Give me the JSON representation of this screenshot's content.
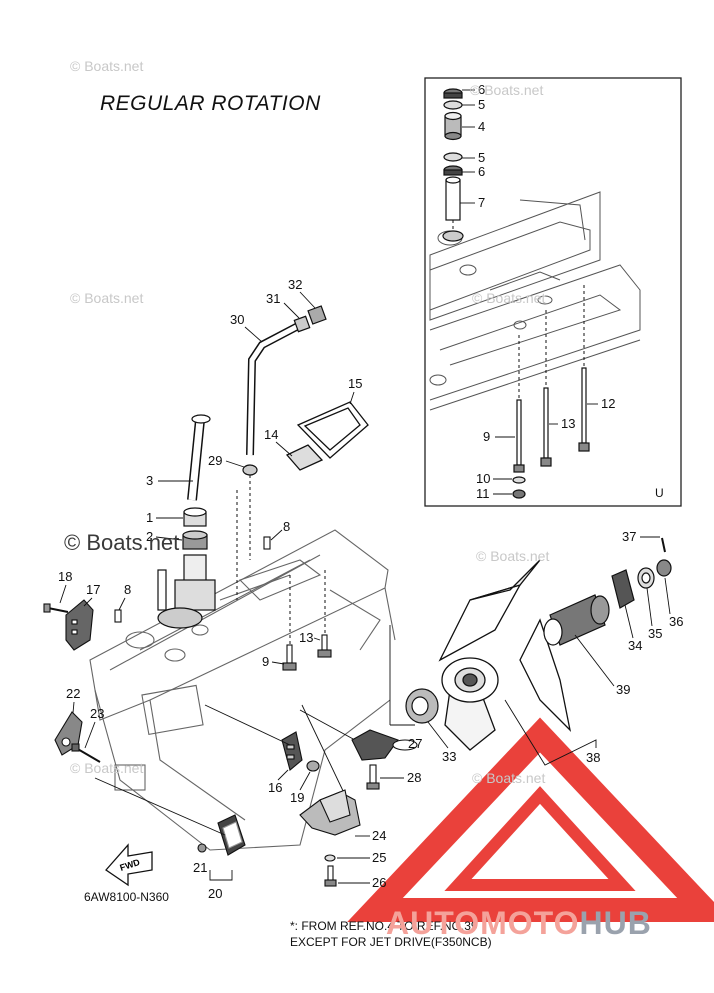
{
  "title": "REGULAR ROTATION",
  "diagram_code": "6AW8100-N360",
  "note_line1": "*: FROM REF.NO.4 TO REF.NO.39",
  "note_line2": "EXCEPT FOR JET DRIVE(F350NCB)",
  "fwd_label": "FWD",
  "inset_mark": "U",
  "watermark": "© Boats.net",
  "logo": {
    "part1": "AUTOMOTO",
    "part2": "HUB",
    "triangle_color": "#e8312a",
    "text_color_1": "#f4a29a",
    "text_color_2": "#9aa2ad"
  },
  "callouts": [
    {
      "id": "c6a",
      "label": "6"
    },
    {
      "id": "c5a",
      "label": "5"
    },
    {
      "id": "c4",
      "label": "4"
    },
    {
      "id": "c5b",
      "label": "5"
    },
    {
      "id": "c6b",
      "label": "6"
    },
    {
      "id": "c7",
      "label": "7"
    },
    {
      "id": "c12",
      "label": "12"
    },
    {
      "id": "c13a",
      "label": "13"
    },
    {
      "id": "c9a",
      "label": "9"
    },
    {
      "id": "c10",
      "label": "10"
    },
    {
      "id": "c11",
      "label": "11"
    },
    {
      "id": "c32",
      "label": "32"
    },
    {
      "id": "c31",
      "label": "31"
    },
    {
      "id": "c30",
      "label": "30"
    },
    {
      "id": "c15",
      "label": "15"
    },
    {
      "id": "c14",
      "label": "14"
    },
    {
      "id": "c29",
      "label": "29"
    },
    {
      "id": "c3",
      "label": "3"
    },
    {
      "id": "c1",
      "label": "1"
    },
    {
      "id": "c2",
      "label": "2"
    },
    {
      "id": "c8a",
      "label": "8"
    },
    {
      "id": "c18",
      "label": "18"
    },
    {
      "id": "c17",
      "label": "17"
    },
    {
      "id": "c8b",
      "label": "8"
    },
    {
      "id": "c13b",
      "label": "13"
    },
    {
      "id": "c9b",
      "label": "9"
    },
    {
      "id": "c37",
      "label": "37"
    },
    {
      "id": "c36",
      "label": "36"
    },
    {
      "id": "c35",
      "label": "35"
    },
    {
      "id": "c34",
      "label": "34"
    },
    {
      "id": "c39",
      "label": "39"
    },
    {
      "id": "c38",
      "label": "38"
    },
    {
      "id": "c33",
      "label": "33"
    },
    {
      "id": "c27",
      "label": "27"
    },
    {
      "id": "c28",
      "label": "28"
    },
    {
      "id": "c22",
      "label": "22"
    },
    {
      "id": "c23",
      "label": "23"
    },
    {
      "id": "c16",
      "label": "16"
    },
    {
      "id": "c19",
      "label": "19"
    },
    {
      "id": "c24",
      "label": "24"
    },
    {
      "id": "c25",
      "label": "25"
    },
    {
      "id": "c26",
      "label": "26"
    },
    {
      "id": "c21",
      "label": "21"
    },
    {
      "id": "c20",
      "label": "20"
    }
  ]
}
